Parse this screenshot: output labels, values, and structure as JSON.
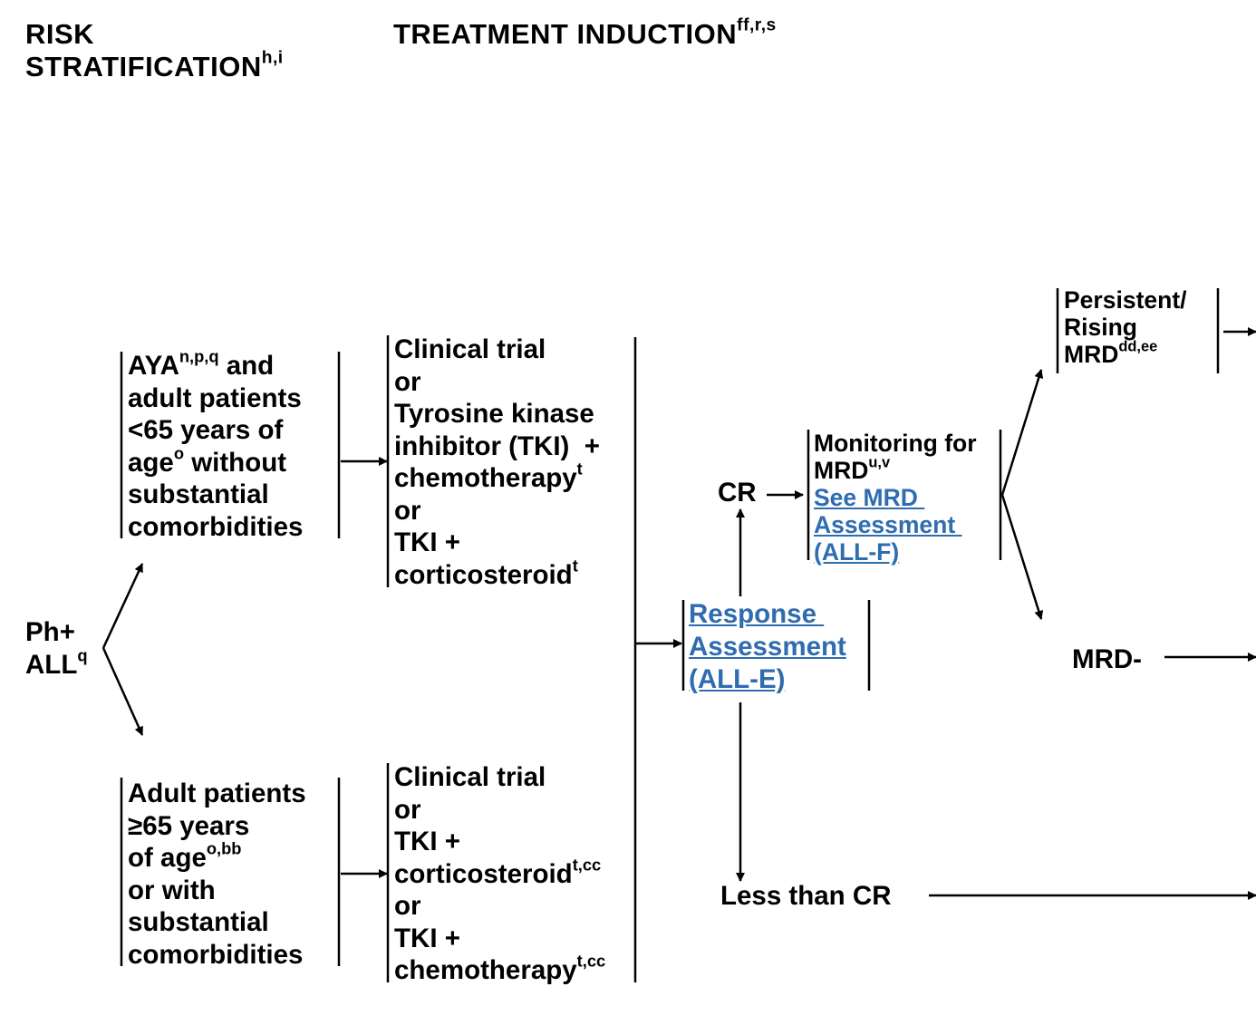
{
  "headers": {
    "risk": {
      "line1": "RISK",
      "line2": "STRATIFICATION",
      "sup": "h,i"
    },
    "treatment": {
      "text": "TREATMENT INDUCTION",
      "sup": "ff,r,s"
    }
  },
  "root": {
    "line1": "Ph+",
    "line2": "ALL",
    "sup": "q"
  },
  "risk_upper": {
    "l1": "AYA",
    "l1_sup": "n,p,q",
    "l1_tail": " and",
    "l2": "adult patients",
    "l3": "<65 years of",
    "l4": "age",
    "l4_sup": "o",
    "l4_tail": " without",
    "l5": "substantial",
    "l6": "comorbidities"
  },
  "risk_lower": {
    "l1": "Adult patients",
    "l2": "≥65 years",
    "l3": "of age",
    "l3_sup": "o,bb",
    "l4": "or with",
    "l5": "substantial",
    "l6": "comorbidities"
  },
  "treat_upper": {
    "l1": "Clinical trial",
    "l2": "or",
    "l3": "Tyrosine kinase",
    "l4": "inhibitor (TKI)  +",
    "l5": "chemotherapy",
    "l5_sup": "t",
    "l6": "or",
    "l7": "TKI +",
    "l8": "corticosteroid",
    "l8_sup": "t"
  },
  "treat_lower": {
    "l1": "Clinical trial",
    "l2": "or",
    "l3": "TKI +",
    "l4": "corticosteroid",
    "l4_sup": "t,cc",
    "l5": "or",
    "l6": "TKI +",
    "l7": "chemotherapy",
    "l7_sup": "t,cc"
  },
  "response": {
    "l1": "Response ",
    "l2": "Assessment",
    "l3": "(ALL-E)"
  },
  "cr": "CR",
  "less_than_cr": "Less than CR",
  "monitoring": {
    "l1": "Monitoring for",
    "l2": "MRD",
    "l2_sup": "u,v",
    "l3": "See MRD ",
    "l4": "Assessment ",
    "l5": "(ALL-F)"
  },
  "persistent": {
    "l1": "Persistent/",
    "l2": "Rising",
    "l3": "MRD",
    "l3_sup": "dd,ee"
  },
  "mrd_neg": "MRD-",
  "colors": {
    "link": "#2f6cb0",
    "text": "#000000"
  }
}
